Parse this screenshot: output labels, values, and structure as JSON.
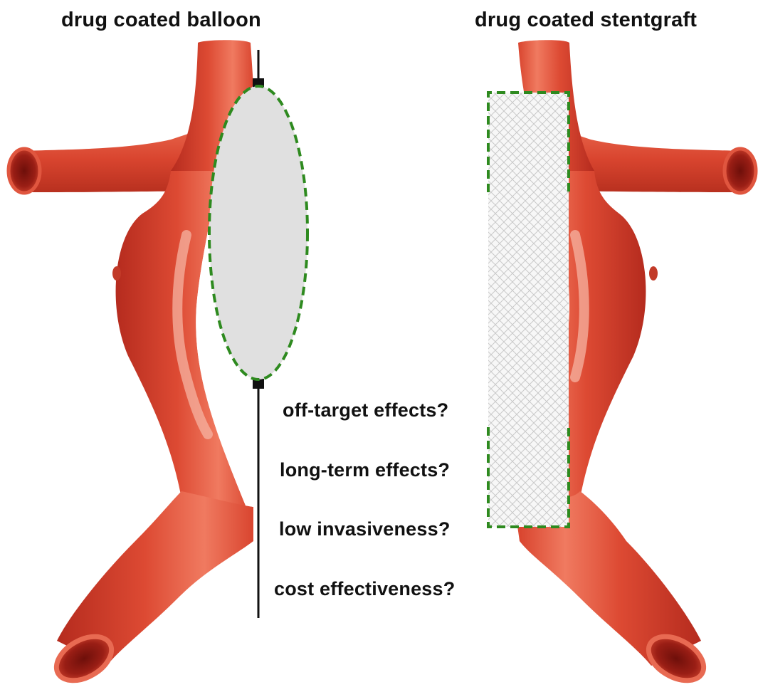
{
  "titles": {
    "left": "drug coated balloon",
    "right": "drug coated stentgraft"
  },
  "questions": [
    "off-target effects?",
    "long-term effects?",
    "low invasiveness?",
    "cost effectiveness?"
  ],
  "colors": {
    "vessel": "#d8432d",
    "vessel_dark": "#a3241a",
    "vessel_light": "#f39a83",
    "outline_dash": "#2e8a1f",
    "balloon_fill": "#e0e0e0",
    "mesh_stroke": "#c8c8c8"
  }
}
